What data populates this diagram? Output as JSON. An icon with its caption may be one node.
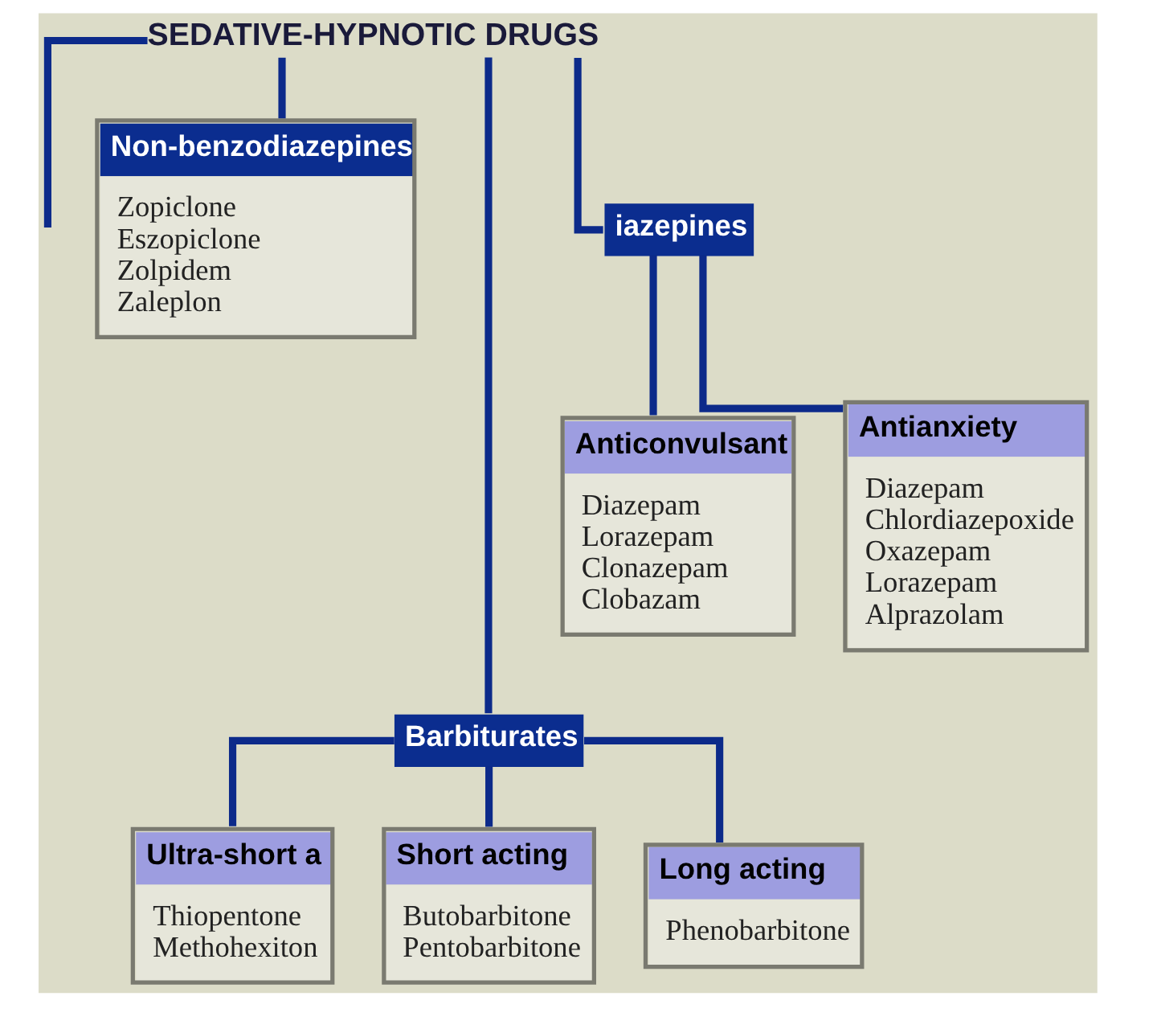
{
  "diagram": {
    "nodes": [
      {
        "text": [
          "SEDATIVE-HYPNOTIC DRUGS"
        ]
      },
      {
        "text": [
          "Non-benzodiazepines",
          "Zopiclone",
          "Eszopiclone",
          "Zolpidem",
          "Zaleplon"
        ]
      },
      {
        "text": [
          "iazepines"
        ]
      },
      {
        "text": [
          "Anticonvulsant",
          "Diazepam",
          "Lorazepam",
          "Clonazepam",
          "Clobazam"
        ]
      },
      {
        "text": [
          "Antianxiety",
          "Diazepam",
          "Chlordiazepoxide",
          "Oxazepam",
          "Lorazepam",
          "Alprazolam"
        ]
      },
      {
        "text": [
          "Barbiturates"
        ]
      },
      {
        "text": [
          "Ultra-short a",
          "Thiopentone",
          "Methohexiton"
        ]
      },
      {
        "text": [
          "Short acting",
          "Butobarbitone",
          "Pentobarbitone"
        ]
      },
      {
        "text": [
          "Long acting",
          "Phenobarbitone"
        ]
      }
    ],
    "edges": [
      {
        "from": 0,
        "to": null,
        "arrow": "none"
      },
      {
        "from": 0,
        "to": 1,
        "arrow": "none"
      },
      {
        "from": 0,
        "to": 5,
        "arrow": "none"
      },
      {
        "from": 0,
        "to": 2,
        "arrow": "none"
      },
      {
        "from": 2,
        "to": 3,
        "arrow": "none"
      },
      {
        "from": 2,
        "to": 4,
        "arrow": "none"
      },
      {
        "from": 5,
        "to": 6,
        "arrow": "none"
      },
      {
        "from": 5,
        "to": 7,
        "arrow": "none"
      },
      {
        "from": 5,
        "to": 8,
        "arrow": "none"
      }
    ]
  }
}
